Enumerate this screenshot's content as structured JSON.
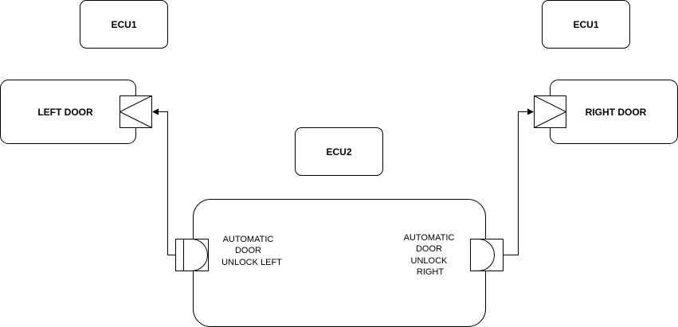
{
  "blocks": {
    "ecu1_left": "ECU1",
    "ecu1_right": "ECU1",
    "ecu2": "ECU2",
    "left_door": "LEFT DOOR",
    "right_door": "RIGHT DOOR"
  },
  "ports": {
    "unlock_left": [
      "AUTOMATIC",
      "DOOR",
      "UNLOCK LEFT"
    ],
    "unlock_right": [
      "AUTOMATIC",
      "DOOR",
      "UNLOCK",
      "RIGHT"
    ]
  }
}
